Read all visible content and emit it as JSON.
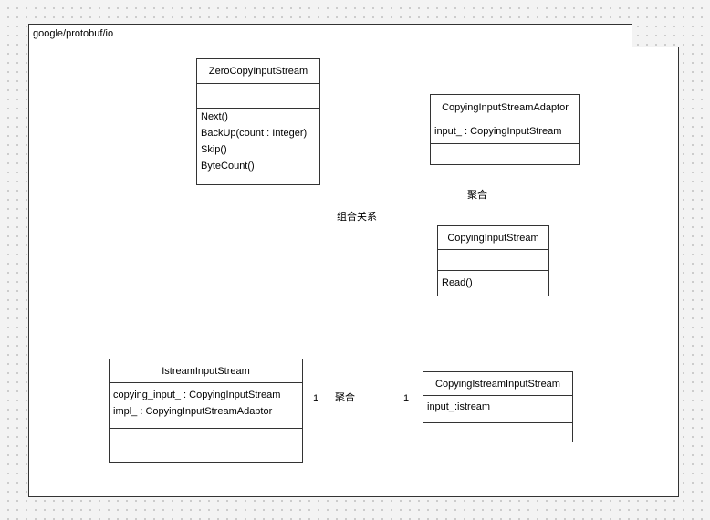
{
  "package": {
    "name": "google/protobuf/io"
  },
  "classes": {
    "zero_copy_input_stream": {
      "name": "ZeroCopyInputStream",
      "attributes": [],
      "operations": [
        "Next()",
        "BackUp(count : Integer)",
        "Skip()",
        "ByteCount()"
      ]
    },
    "copying_input_stream_adaptor": {
      "name": "CopyingInputStreamAdaptor",
      "attributes": [
        "input_ : CopyingInputStream"
      ],
      "operations": []
    },
    "copying_input_stream": {
      "name": "CopyingInputStream",
      "attributes": [],
      "operations": [
        "Read()"
      ]
    },
    "istream_input_stream": {
      "name": "IstreamInputStream",
      "attributes": [
        "copying_input_ : CopyingInputStream",
        "impl_ : CopyingInputStreamAdaptor"
      ],
      "operations": []
    },
    "copying_istream_input_stream": {
      "name": "CopyingIstreamInputStream",
      "attributes": [
        "input_:istream"
      ],
      "operations": []
    }
  },
  "relationships": {
    "composition_label": "组合关系",
    "aggregation_adaptor_label": "聚合",
    "aggregation_istream_label": "聚合",
    "multiplicity_source": "1",
    "multiplicity_target": "1"
  }
}
